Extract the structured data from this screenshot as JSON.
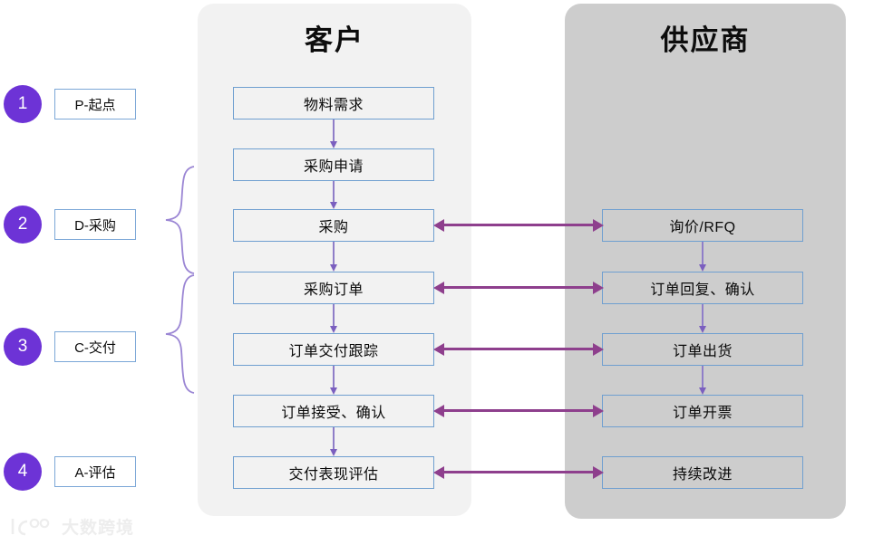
{
  "diagram": {
    "title_customer": "客户",
    "title_supplier": "供应商"
  },
  "stages": [
    {
      "number": "1",
      "label": "P-起点"
    },
    {
      "number": "2",
      "label": "D-采购"
    },
    {
      "number": "3",
      "label": "C-交付"
    },
    {
      "number": "4",
      "label": "A-评估"
    }
  ],
  "customer_steps": [
    {
      "label": "物料需求"
    },
    {
      "label": "采购申请"
    },
    {
      "label": "采购"
    },
    {
      "label": "采购订单"
    },
    {
      "label": "订单交付跟踪"
    },
    {
      "label": "订单接受、确认"
    },
    {
      "label": "交付表现评估"
    }
  ],
  "supplier_steps": [
    {
      "label": "询价/RFQ"
    },
    {
      "label": "订单回复、确认"
    },
    {
      "label": "订单出货"
    },
    {
      "label": "订单开票"
    },
    {
      "label": "持续改进"
    }
  ],
  "cross_links": [
    {
      "from": "采购",
      "to": "询价/RFQ",
      "direction": "both"
    },
    {
      "from": "采购订单",
      "to": "订单回复、确认",
      "direction": "both"
    },
    {
      "from": "订单交付跟踪",
      "to": "订单出货",
      "direction": "both"
    },
    {
      "from": "订单接受、确认",
      "to": "订单开票",
      "direction": "both"
    },
    {
      "from": "交付表现评估",
      "to": "持续改进",
      "direction": "both"
    }
  ],
  "watermark": {
    "text": "大数跨境"
  },
  "colors": {
    "lane_customer_bg": "#f2f2f2",
    "lane_supplier_bg": "#cdcdcd",
    "box_border": "#6f9fd0",
    "stage_circle": "#6d33d6",
    "cross_arrow": "#8e3f8d",
    "vertical_arrow": "#8f7ec8",
    "brace": "#9b86d4"
  }
}
